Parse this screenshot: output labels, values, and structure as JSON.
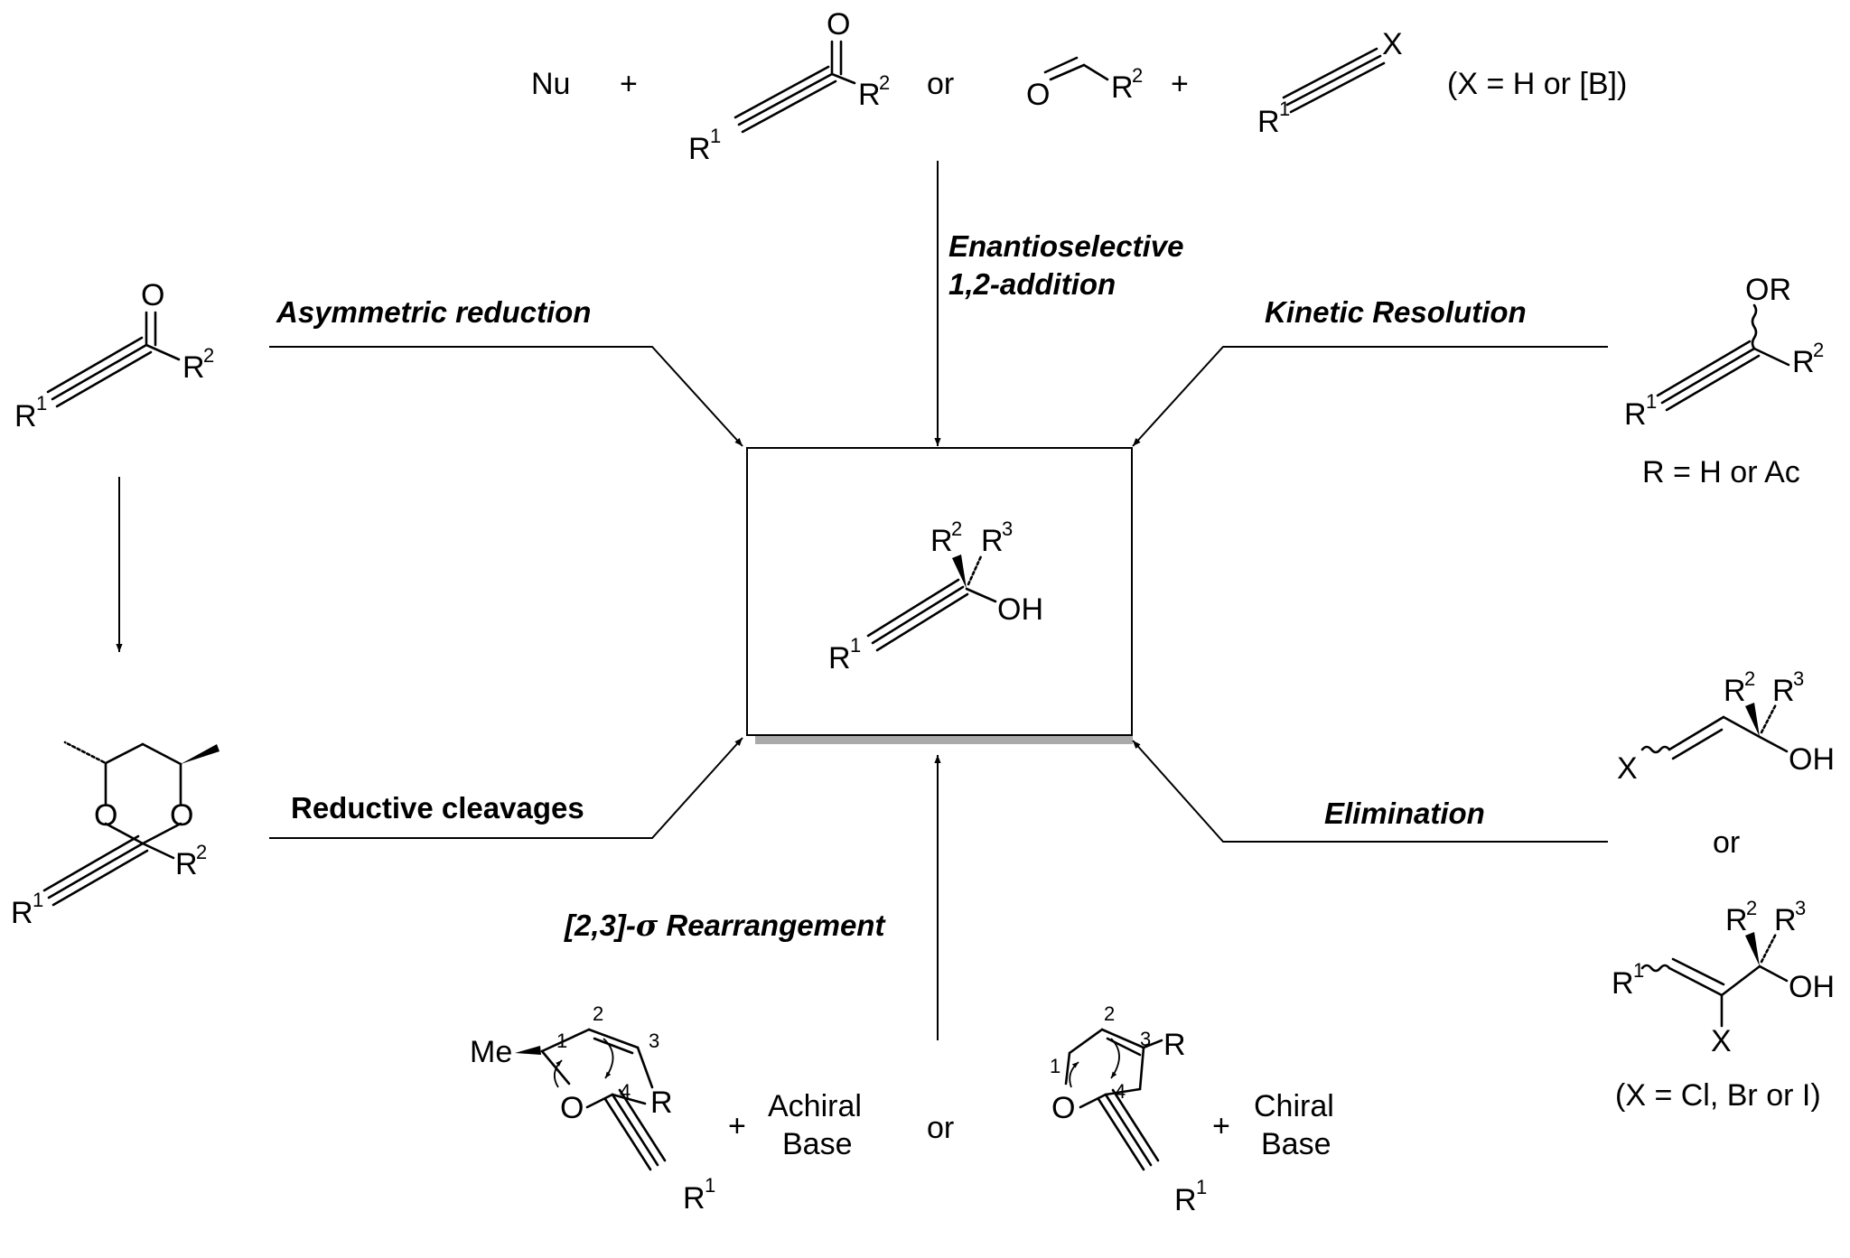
{
  "top": {
    "nu": "Nu",
    "plus": "+",
    "ynone_O": "O",
    "ynone_R1": "R",
    "ynone_R1_sup": "1",
    "ynone_R2": "R",
    "ynone_R2_sup": "2",
    "or": "or",
    "aldehyde_O": "O",
    "aldehyde_R2": "R",
    "aldehyde_R2_sup": "2",
    "plus2": "+",
    "alkyne_X": "X",
    "alkyne_R1": "R",
    "alkyne_R1_sup": "1",
    "condition": "(X = H or [B])"
  },
  "labels": {
    "asymmetric_reduction": "Asymmetric reduction",
    "enantioselective_1": "Enantioselective",
    "enantioselective_2": "1,2-addition",
    "kinetic_resolution": "Kinetic Resolution",
    "reductive_cleavages": "Reductive cleavages",
    "rearrangement_prefix": "[2,3]-",
    "rearrangement_sigma": "σ",
    "rearrangement_suffix": " Rearrangement",
    "elimination": "Elimination"
  },
  "left_top": {
    "O": "O",
    "R1": "R",
    "R1_sup": "1",
    "R2": "R",
    "R2_sup": "2"
  },
  "left_bottom": {
    "O1": "O",
    "O2": "O",
    "R1": "R",
    "R1_sup": "1",
    "R2": "R",
    "R2_sup": "2"
  },
  "center": {
    "R2": "R",
    "R2_sup": "2",
    "R3": "R",
    "R3_sup": "3",
    "OH": "OH",
    "R1": "R",
    "R1_sup": "1"
  },
  "right_top": {
    "OR": "OR",
    "R2": "R",
    "R2_sup": "2",
    "R1": "R",
    "R1_sup": "1",
    "caption": "R = H or Ac"
  },
  "right_mid": {
    "R2": "R",
    "R2_sup": "2",
    "R3": "R",
    "R3_sup": "3",
    "X": "X",
    "OH": "OH",
    "or": "or"
  },
  "right_bottom": {
    "R2": "R",
    "R2_sup": "2",
    "R3": "R",
    "R3_sup": "3",
    "R1": "R",
    "R1_sup": "1",
    "OH": "OH",
    "X": "X",
    "caption": "(X = Cl, Br or I)"
  },
  "bottom": {
    "me": "Me",
    "n1": "1",
    "n2": "2",
    "n3": "3",
    "n4": "4",
    "R": "R",
    "O": "O",
    "R1": "R",
    "R1_sup": "1",
    "plus": "+",
    "achiral_1": "Achiral",
    "achiral_2": "Base",
    "or": "or",
    "b_n1": "1",
    "b_n2": "2",
    "b_n3": "3",
    "b_n4": "4",
    "b_R": "R",
    "b_O": "O",
    "b_R1": "R",
    "b_R1_sup": "1",
    "plus2": "+",
    "chiral_1": "Chiral",
    "chiral_2": "Base"
  }
}
